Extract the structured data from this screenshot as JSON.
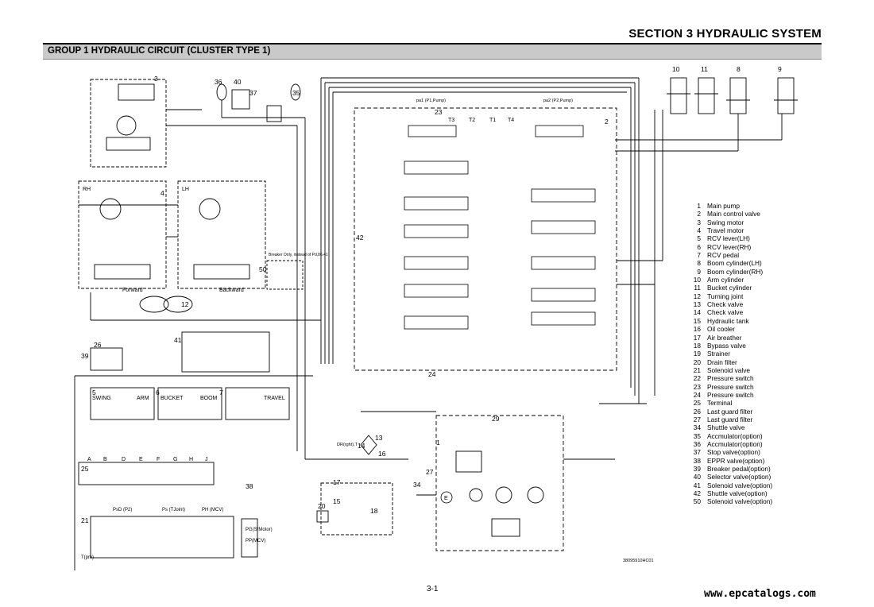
{
  "header": {
    "section": "SECTION 3 HYDRAULIC SYSTEM",
    "group": "GROUP 1 HYDRAULIC CIRCUIT (CLUSTER TYPE 1)"
  },
  "legend": [
    {
      "num": "1",
      "label": "Main pump"
    },
    {
      "num": "2",
      "label": "Main control valve"
    },
    {
      "num": "3",
      "label": "Swing motor"
    },
    {
      "num": "4",
      "label": "Travel motor"
    },
    {
      "num": "5",
      "label": "RCV lever(LH)"
    },
    {
      "num": "6",
      "label": "RCV lever(RH)"
    },
    {
      "num": "7",
      "label": "RCV pedal"
    },
    {
      "num": "8",
      "label": "Boom cylinder(LH)"
    },
    {
      "num": "9",
      "label": "Boom cylinder(RH)"
    },
    {
      "num": "10",
      "label": "Arm cylinder"
    },
    {
      "num": "11",
      "label": "Bucket cylinder"
    },
    {
      "num": "12",
      "label": "Turning joint"
    },
    {
      "num": "13",
      "label": "Check valve"
    },
    {
      "num": "14",
      "label": "Check valve"
    },
    {
      "num": "15",
      "label": "Hydraulic tank"
    },
    {
      "num": "16",
      "label": "Oil cooler"
    },
    {
      "num": "17",
      "label": "Air breather"
    },
    {
      "num": "18",
      "label": "Bypass valve"
    },
    {
      "num": "19",
      "label": "Strainer"
    },
    {
      "num": "20",
      "label": "Drain filter"
    },
    {
      "num": "21",
      "label": "Solenoid valve"
    },
    {
      "num": "22",
      "label": "Pressure switch"
    },
    {
      "num": "23",
      "label": "Pressure switch"
    },
    {
      "num": "24",
      "label": "Pressure switch"
    },
    {
      "num": "25",
      "label": "Terminal"
    },
    {
      "num": "26",
      "label": "Last guard filter"
    },
    {
      "num": "27",
      "label": "Last guard filter"
    },
    {
      "num": "34",
      "label": "Shuttle valve"
    },
    {
      "num": "35",
      "label": "Accmulator(option)"
    },
    {
      "num": "36",
      "label": "Accmulator(option)"
    },
    {
      "num": "37",
      "label": "Stop valve(option)"
    },
    {
      "num": "38",
      "label": "EPPR valve(option)"
    },
    {
      "num": "39",
      "label": "Breaker pedal(option)"
    },
    {
      "num": "40",
      "label": "Selector valve(option)"
    },
    {
      "num": "41",
      "label": "Solenoid valve(option)"
    },
    {
      "num": "42",
      "label": "Shuttle valve(option)"
    },
    {
      "num": "50",
      "label": "Solenoid valve(option)"
    }
  ],
  "diagram_labels": {
    "rh": "RH",
    "lh": "LH",
    "forward": "Forward",
    "backward": "Backward",
    "swing": "SWING",
    "bucket": "BUCKET",
    "arm": "ARM",
    "boom": "BOOM",
    "travel": "TRAVEL",
    "terminal_letters": [
      "A",
      "B",
      "D",
      "E",
      "F",
      "G",
      "H",
      "J"
    ],
    "port_t1": "T1",
    "port_t2": "T2",
    "port_t3": "T3",
    "port_t4": "T4",
    "pump_pa1": "pa1 (P1,Pump)",
    "pump_pa2": "pa2 (P2,Pump)",
    "breaker": "Breaker Only, instead of Pd,86,41",
    "pg": "PG(S/Motor)",
    "pp": "PP(MCV)",
    "psd": "PsD (P2)",
    "ps": "Ps (TJoint)",
    "ph": "PH (MCV)",
    "tank": "T(pm)",
    "e_label": "E",
    "drain": "DR(rght),T"
  },
  "callouts": [
    "1",
    "2",
    "3",
    "4",
    "5",
    "6",
    "7",
    "8",
    "9",
    "10",
    "11",
    "12",
    "13",
    "14",
    "15",
    "16",
    "17",
    "18",
    "20",
    "21",
    "23",
    "24",
    "25",
    "26",
    "27",
    "29",
    "34",
    "35",
    "36",
    "37",
    "38",
    "39",
    "40",
    "41",
    "42",
    "50"
  ],
  "footer": {
    "page": "3-1",
    "code": "38095910HC01",
    "watermark": "www.epcatalogs.com"
  }
}
